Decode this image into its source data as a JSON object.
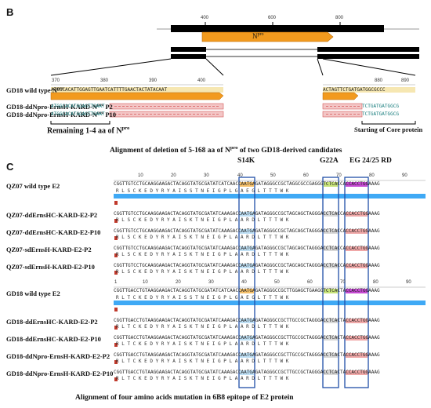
{
  "panel_b": {
    "letter": "B",
    "ruler_ticks": [
      "400",
      "600",
      "800"
    ],
    "npro_label": "N",
    "npro_sup": "pro",
    "ruler_left": [
      "370",
      "380",
      "390",
      "400"
    ],
    "ruler_right": [
      "880",
      "890"
    ],
    "rows": [
      {
        "label": "GD18 wild type N",
        "sup": "pro",
        "seq_left": "ATGGCACATTGGAGTTGAATCATTTTGAACTACTATACAAT",
        "seq_right": "ACTAGTTCTGATGATGGCGCCC"
      },
      {
        "label": "GD18-ddNpro-ErnsH-KARD-N",
        "sup": "pro",
        "label_tail": " P2",
        "seq_left": "ATGGCACATGGAGTTGAAT",
        "seq_right": "TCTGATGATGGCG"
      },
      {
        "label": "GD18-ddNpro-ErnsH-KARD-N",
        "sup": "pro",
        "label_tail": " P10",
        "seq_left": "ATGGCACATGGAGTTGAAT",
        "seq_right": "TCTGATGATGGCG"
      }
    ],
    "remaining_label": "Remaining 1-4 aa of N",
    "remaining_sup": "pro",
    "core_label": "Starting of Core protein",
    "caption": "Alignment of deletion of 5-168 aa of N",
    "caption_sup": "pro",
    "caption_tail": " of two GD18-derived candidates"
  },
  "panel_c": {
    "letter": "C",
    "mutations": [
      "S14K",
      "G22A",
      "EG 24/25 RD"
    ],
    "ruler": [
      "10",
      "20",
      "30",
      "40",
      "50",
      "60",
      "70",
      "80",
      "90"
    ],
    "ruler2": [
      "1",
      "10",
      "20",
      "30",
      "40",
      "50",
      "60",
      "70",
      "80",
      "90"
    ],
    "group1": [
      {
        "label": "QZ07 wild type E2",
        "seq": "CGGTTGTCCTGCAAGGAAGACTACAGGTATGCGATATCATCAACCAATGAGATAGGGCCGCTAGGCGCCGAGGGTCTCACCACCACCTGGAAAG",
        "aa": "R  L  S  C  K  E  D  Y  R  Y  A  I  S  S  T  N  E  I  G  P  L  G  A  E  G  L  T  T  T  W  K"
      },
      {
        "label": "QZ07-ddErnsHC-KARD-E2-P2",
        "seq": "CGGTTGTCCTGCAAGGAAGACTACAGGTATGCGATATCAAAGACCAATGAGATAGGGCCGCTAGCAGCTAGGGACCTCACCACCACCTGGAAAG",
        "aa": "R  L  S  C  K  E  D  Y  R  Y  A  I  S  K  T  N  E  I  G  P  L  A  A  R  D  L  T  T  T  W  K"
      },
      {
        "label": "QZ07-ddErnsHC-KARD-E2-P10",
        "seq": "CGGTTGTCCTGCAAGGAAGACTACAGGTATGCGATATCAAAGACCAATGAGATAGGGCCGCTAGCAGCTAGGGACCTCACCACCACCTGGAAAG",
        "aa": "R  L  S  C  K  E  D  Y  R  Y  A  I  S  K  T  N  E  I  G  P  L  A  A  R  D  L  T  T  T  W  K"
      },
      {
        "label": "QZ07-sdErnsH-KARD-E2-P2",
        "seq": "CGGTTGTCCTGCAAGGAAGACTACAGGTATGCGATATCAAAGACCAATGAGATAGGGCCGCTAGCAGCTAGGGACCTCACCACCACCTGGAAAG",
        "aa": "R  L  S  C  K  E  D  Y  R  Y  A  I  S  K  T  N  E  I  G  P  L  A  A  R  D  L  T  T  T  W  K"
      },
      {
        "label": "QZ07-sdErnsH-KARD-E2-P10",
        "seq": "CGGTTGTCCTGCAAGGAAGACTACAGGTATGCGATATCAAAGACCAATGAGATAGGGCCGCTAGCAGCTAGGGACCTCACCACCACCTGGAAAG",
        "aa": "R  L  S  C  K  E  D  Y  R  Y  A  I  S  K  T  N  E  I  G  P  L  A  A  R  D  L  T  T  T  W  K"
      }
    ],
    "group2": [
      {
        "label": "GD18 wild type E2",
        "seq": "CGGTTGACCTGTAAGGAAGACTACAGGTATGCGATATCATCAACCAATGAGATAGGGCCGCTTGGAGCTGAAGGTCTCACTACCACCTGGAAAG",
        "aa": "R  L  T  C  K  E  D  Y  R  Y  A  I  S  S  T  N  E  I  G  P  L  G  A  E  G  L  T  T  T  W  K"
      },
      {
        "label": "GD18-ddErnsHC-KARD-E2-P2",
        "seq": "CGGTTGACCTGTAAGGAAGACTACAGGTATGCGATATCAAAGACCAATGAGATAGGGCCGCTTGCCGCTAGGGACCTCACTACCACCTGGAAAG",
        "aa": "R  L  T  C  K  E  D  Y  R  Y  A  I  S  K  T  N  E  I  G  P  L  A  A  R  D  L  T  T  T  W  K"
      },
      {
        "label": "GD18-ddErnsHC-KARD-E2-P10",
        "seq": "CGGTTGACCTGTAAGGAAGACTACAGGTATGCGATATCAAAGACCAATGAGATAGGGCCGCTTGCCGCTAGGGACCTCACTACCACCTGGAAAG",
        "aa": "R  L  T  C  K  E  D  Y  R  Y  A  I  S  K  T  N  E  I  G  P  L  A  A  R  D  L  T  T  T  W  K"
      },
      {
        "label": "GD18-ddNpro-ErnsH-KARD-E2-P2",
        "seq": "CGGTTGACCTGTAAGGAAGACTACAGGTATGCGATATCAAAGACCAATGAGATAGGGCCGCTTGCCGCTAGGGACCTCACTACCACCTGGAAAG",
        "aa": "R  L  T  C  K  E  D  Y  R  Y  A  I  S  K  T  N  E  I  G  P  L  A  A  R  D  L  T  T  T  W  K"
      },
      {
        "label": "GD18-ddNpro-ErnsH-KARD-E2-P10",
        "seq": "CGGTTGACCTGTAAGGAAGACTACAGGTATGCGATATCAAAGACCAATGAGATAGGGCCGCTTGCCGCTAGGGACCTCACTACCACCTGGAAAG",
        "aa": "R  L  T  C  K  E  D  Y  R  Y  A  I  S  K  T  N  E  I  G  P  L  A  A  R  D  L  T  T  T  W  K"
      }
    ],
    "caption": "Alignment of four amino acids mutation in 6B8 epitope of E2 protein"
  }
}
